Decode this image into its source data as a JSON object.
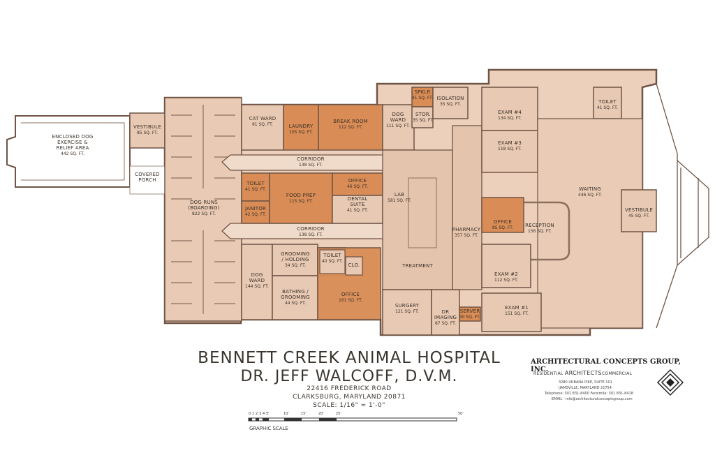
{
  "rooms": [
    {
      "id": "dog-exercise",
      "name": [
        "ENCLOSED DOG",
        "EXERCISE &",
        "RELIEF AREA"
      ],
      "area": "442 SQ. FT."
    },
    {
      "id": "vestibule-west",
      "name": [
        "VESTIBULE"
      ],
      "area": "85 SQ. FT."
    },
    {
      "id": "covered-porch",
      "name": [
        "COVERED",
        "PORCH"
      ],
      "area": ""
    },
    {
      "id": "dog-runs",
      "name": [
        "DOG RUNS",
        "(BOARDING)"
      ],
      "area": "822 SQ. FT."
    },
    {
      "id": "cat-ward",
      "name": [
        "CAT WARD"
      ],
      "area": "91 SQ. FT."
    },
    {
      "id": "laundry",
      "name": [
        "LAUNDRY"
      ],
      "area": "105 SQ. FT."
    },
    {
      "id": "break-room",
      "name": [
        "BREAK ROOM"
      ],
      "area": "112 SQ. FT."
    },
    {
      "id": "dog-ward-north",
      "name": [
        "DOG",
        "WARD"
      ],
      "area": "111 SQ. FT."
    },
    {
      "id": "spklr",
      "name": [
        "SPKLR"
      ],
      "area": "41 SQ. FT."
    },
    {
      "id": "stor",
      "name": [
        "STOR."
      ],
      "area": "35 SQ. FT."
    },
    {
      "id": "isolation",
      "name": [
        "ISOLATION"
      ],
      "area": "35 SQ. FT."
    },
    {
      "id": "corridor-north",
      "name": [
        "CORRIDOR"
      ],
      "area": "138 SQ. FT."
    },
    {
      "id": "toilet-west",
      "name": [
        "TOILET"
      ],
      "area": "41 SQ. FT."
    },
    {
      "id": "food-prep",
      "name": [
        "FOOD PREP"
      ],
      "area": "115 SQ. FT."
    },
    {
      "id": "office-north",
      "name": [
        "OFFICE"
      ],
      "area": "46 SQ. FT."
    },
    {
      "id": "dental-suite",
      "name": [
        "DENTAL",
        "SUITE"
      ],
      "area": "41 SQ. FT."
    },
    {
      "id": "janitor",
      "name": [
        "JANITOR"
      ],
      "area": "42 SQ. FT."
    },
    {
      "id": "corridor-south",
      "name": [
        "CORRIDOR"
      ],
      "area": "138 SQ. FT."
    },
    {
      "id": "lab",
      "name": [
        "LAB"
      ],
      "area": "581 SQ. FT."
    },
    {
      "id": "pharmacy",
      "name": [
        "PHARMACY"
      ],
      "area": "357 SQ. FT."
    },
    {
      "id": "treatment",
      "name": [
        "TREATMENT"
      ],
      "area": ""
    },
    {
      "id": "grooming-holding",
      "name": [
        "GROOMING",
        "/ HOLDING"
      ],
      "area": "34 SQ. FT."
    },
    {
      "id": "toilet-center",
      "name": [
        "TOILET"
      ],
      "area": "40 SQ. FT."
    },
    {
      "id": "clo",
      "name": [
        "CLO."
      ],
      "area": ""
    },
    {
      "id": "dog-ward-south",
      "name": [
        "DOG",
        "WARD"
      ],
      "area": "144 SQ. FT."
    },
    {
      "id": "bathing-grooming",
      "name": [
        "BATHING /",
        "GROOMING"
      ],
      "area": "44 SQ. FT."
    },
    {
      "id": "office-south",
      "name": [
        "OFFICE"
      ],
      "area": "161 SQ. FT."
    },
    {
      "id": "surgery",
      "name": [
        "SURGERY"
      ],
      "area": "121 SQ. FT."
    },
    {
      "id": "dr-imaging",
      "name": [
        "DR",
        "IMAGING"
      ],
      "area": "87 SQ. FT."
    },
    {
      "id": "server",
      "name": [
        "SERVER"
      ],
      "area": "30 SQ. FT."
    },
    {
      "id": "exam-4",
      "name": [
        "EXAM #4"
      ],
      "area": "134 SQ. FT."
    },
    {
      "id": "exam-3",
      "name": [
        "EXAM #3"
      ],
      "area": "118 SQ. FT."
    },
    {
      "id": "toilet-east",
      "name": [
        "TOILET"
      ],
      "area": "41 SQ. FT."
    },
    {
      "id": "waiting",
      "name": [
        "WAITING"
      ],
      "area": "446 SQ. FT."
    },
    {
      "id": "office-east",
      "name": [
        "OFFICE"
      ],
      "area": "85 SQ. FT."
    },
    {
      "id": "reception",
      "name": [
        "RECEPTION"
      ],
      "area": "156 SQ. FT."
    },
    {
      "id": "vestibule-east",
      "name": [
        "VESTIBULE"
      ],
      "area": "45 SQ. FT."
    },
    {
      "id": "exam-2",
      "name": [
        "EXAM #2"
      ],
      "area": "112 SQ. FT."
    },
    {
      "id": "exam-1",
      "name": [
        "EXAM #1"
      ],
      "area": "151 SQ. FT."
    }
  ],
  "title_block": {
    "title": "BENNETT CREEK ANIMAL HOSPITAL",
    "doctor": "DR. JEFF WALCOFF, D.V.M.",
    "address_line1": "22416 FREDERICK ROAD",
    "address_line2": "CLARKSBURG, MARYLAND 20871",
    "scale": "SCALE: 1/16\" = 1'-0\""
  },
  "graphic_scale": {
    "label": "GRAPHIC SCALE",
    "ticks": [
      "0",
      "1",
      "2",
      "3",
      "4",
      "5'",
      "10'",
      "15'",
      "20'",
      "25'",
      "50'"
    ]
  },
  "firm": {
    "name": "ARCHITECTURAL CONCEPTS GROUP, INC.",
    "tag_left": "RESIDENTIAL",
    "tag_mid": "ARCHITECTS",
    "tag_right": "COMMERCIAL",
    "address1": "3280 URBANA PIKE, SUITE 101",
    "address2": "IJAMSVILLE, MARYLAND 21754",
    "phone": "Telephone: 301.831-8400   Facsimile: 301.831-8418",
    "email": "EMAIL - info@architecturalconceptsgroup.com"
  },
  "colors": {
    "floor": "#e8c9b3",
    "floor_alt": "#efd7c4",
    "accent_room": "#d98c55",
    "wall": "#6f5546",
    "text": "#3a3129"
  }
}
